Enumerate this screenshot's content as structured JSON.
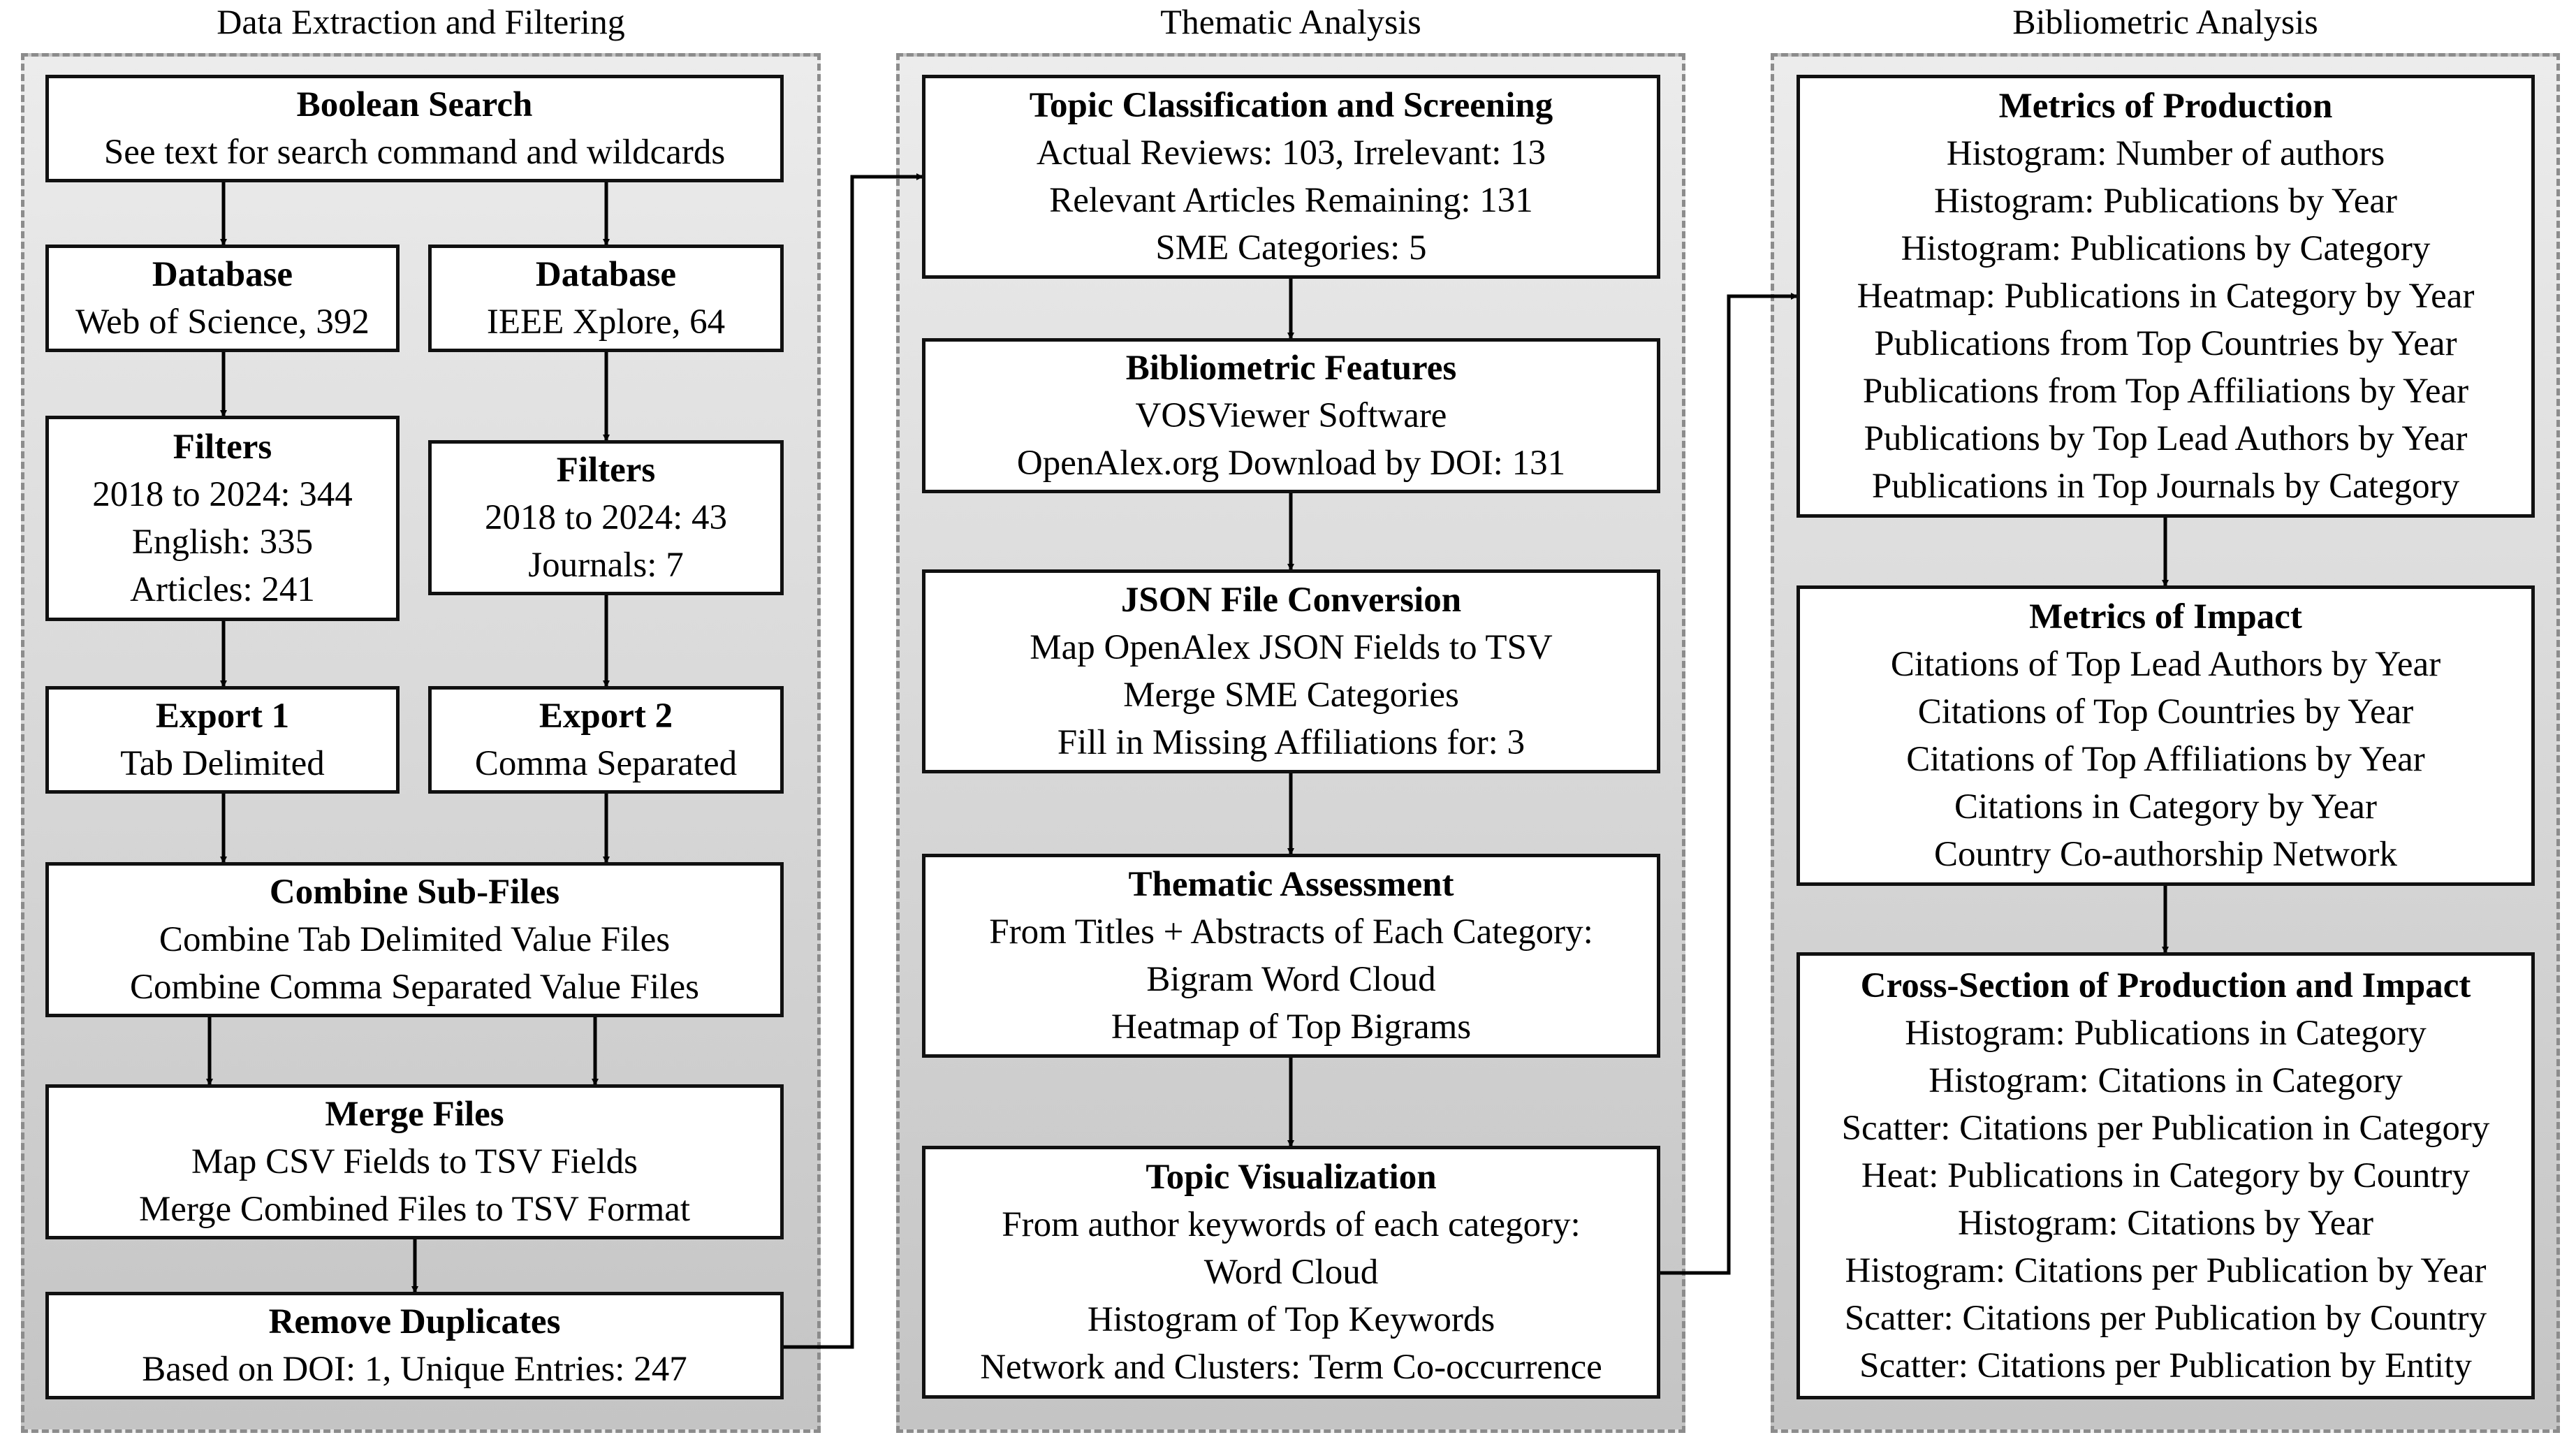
{
  "columns": {
    "col1": "Data Extraction and Filtering",
    "col2": "Thematic Analysis",
    "col3": "Bibliometric Analysis"
  },
  "nodes": {
    "boolean_search": {
      "title": "Boolean Search",
      "lines": [
        "See text for search command and wildcards"
      ]
    },
    "db_wos": {
      "title": "Database",
      "lines": [
        "Web of Science, 392"
      ]
    },
    "db_ieee": {
      "title": "Database",
      "lines": [
        "IEEE Xplore, 64"
      ]
    },
    "filters_wos": {
      "title": "Filters",
      "lines": [
        "2018 to 2024: 344",
        "English: 335",
        "Articles: 241"
      ]
    },
    "filters_ieee": {
      "title": "Filters",
      "lines": [
        "2018 to 2024: 43",
        "Journals: 7"
      ]
    },
    "export1": {
      "title": "Export 1",
      "lines": [
        "Tab Delimited"
      ]
    },
    "export2": {
      "title": "Export 2",
      "lines": [
        "Comma Separated"
      ]
    },
    "combine": {
      "title": "Combine Sub-Files",
      "lines": [
        "Combine Tab Delimited Value Files",
        "Combine Comma Separated Value Files"
      ]
    },
    "merge": {
      "title": "Merge Files",
      "lines": [
        "Map CSV Fields to TSV Fields",
        "Merge Combined Files to TSV Format"
      ]
    },
    "remove_dup": {
      "title": "Remove Duplicates",
      "lines": [
        "Based on DOI: 1, Unique Entries: 247"
      ]
    },
    "topic_class": {
      "title": "Topic Classification and Screening",
      "lines": [
        "Actual Reviews: 103, Irrelevant: 13",
        "Relevant Articles Remaining: 131",
        "SME Categories: 5"
      ]
    },
    "biblio_features": {
      "title": "Bibliometric Features",
      "lines": [
        "VOSViewer Software",
        "OpenAlex.org Download by DOI: 131"
      ]
    },
    "json_conv": {
      "title": "JSON File Conversion",
      "lines": [
        "Map OpenAlex JSON Fields to TSV",
        "Merge SME Categories",
        "Fill in Missing Affiliations for: 3"
      ]
    },
    "thematic": {
      "title": "Thematic Assessment",
      "lines": [
        "From Titles + Abstracts of Each Category:",
        "Bigram Word Cloud",
        "Heatmap of Top Bigrams"
      ]
    },
    "topic_vis": {
      "title": "Topic Visualization",
      "lines": [
        "From author keywords of each category:",
        "Word Cloud",
        "Histogram of Top Keywords",
        "Network and Clusters: Term Co-occurrence"
      ]
    },
    "metrics_prod": {
      "title": "Metrics of Production",
      "lines": [
        "Histogram: Number of authors",
        "Histogram: Publications by Year",
        "Histogram: Publications by Category",
        "Heatmap: Publications in Category by Year",
        "Publications from Top Countries by Year",
        "Publications from Top Affiliations by Year",
        "Publications by Top Lead Authors by Year",
        "Publications in Top Journals by Category"
      ]
    },
    "metrics_impact": {
      "title": "Metrics of Impact",
      "lines": [
        "Citations of Top Lead Authors by Year",
        "Citations of Top Countries by Year",
        "Citations of Top Affiliations by Year",
        "Citations in Category by Year",
        "Country Co-authorship Network"
      ]
    },
    "cross_section": {
      "title": "Cross-Section of Production and Impact",
      "lines": [
        "Histogram: Publications in Category",
        "Histogram: Citations in Category",
        "Scatter: Citations per Publication in Category",
        "Heat: Publications in Category by Country",
        "Histogram: Citations by Year",
        "Histogram: Citations per Publication by Year",
        "Scatter: Citations per Publication by Country",
        "Scatter: Citations per Publication by Entity"
      ]
    }
  }
}
